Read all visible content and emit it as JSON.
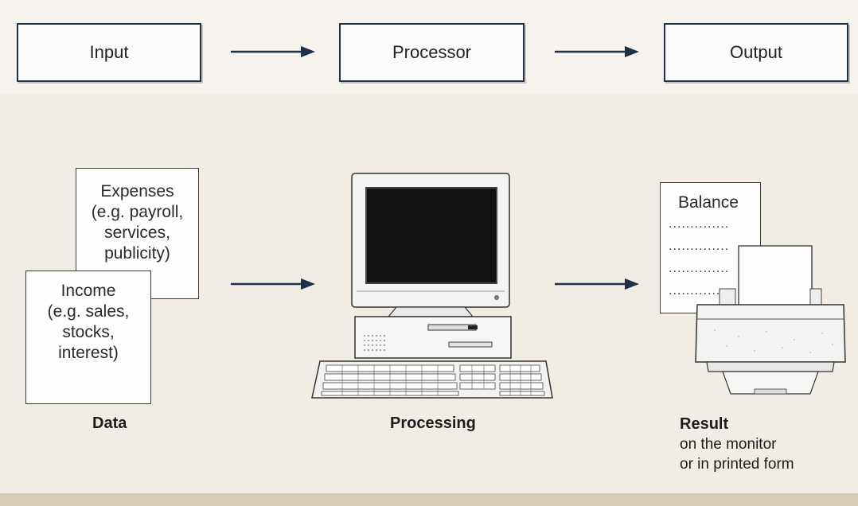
{
  "flow": {
    "input_label": "Input",
    "processor_label": "Processor",
    "output_label": "Output"
  },
  "data_docs": {
    "expenses": [
      "Expenses",
      "(e.g. payroll,",
      "services,",
      "publicity)"
    ],
    "income": [
      "Income",
      "(e.g. sales,",
      "stocks,",
      "interest)"
    ]
  },
  "balance_doc": {
    "title": "Balance",
    "lines": [
      "..............",
      "..............",
      "..............",
      ".............."
    ]
  },
  "captions": {
    "data": "Data",
    "processing": "Processing",
    "result": "Result",
    "result_detail_1": "on the monitor",
    "result_detail_2": "or in printed form"
  },
  "colors": {
    "box_border": "#1f2f45",
    "arrow": "#1f2f45",
    "background": "#f2ede4"
  }
}
